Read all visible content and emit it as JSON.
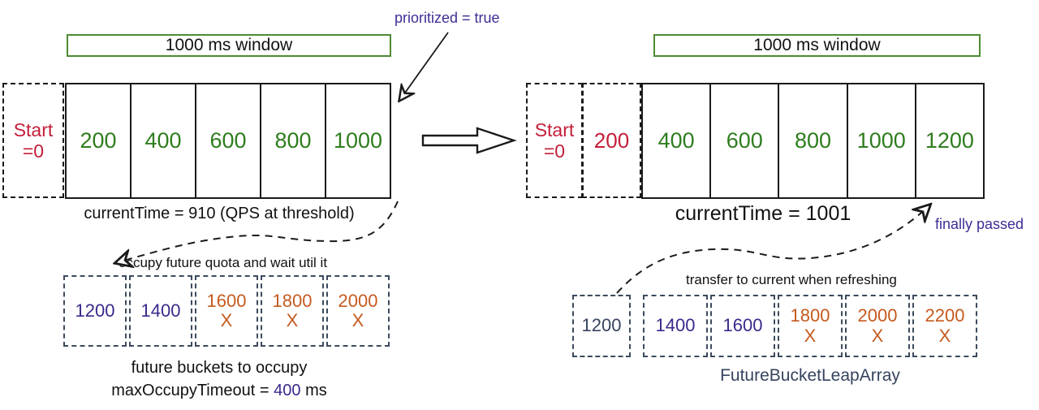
{
  "colors": {
    "green_text": "#2e7d1e",
    "green_border": "#4e8b33",
    "red": "#c41e3a",
    "purple_annotation": "#3f2d96",
    "indigo_number": "#382a8c",
    "orange_number": "#c55a1e",
    "slate_label": "#36435e",
    "line_black": "#1a1a1a"
  },
  "left": {
    "window_label": "1000 ms window",
    "start_line1": "Start",
    "start_line2": "=0",
    "buckets": [
      "200",
      "400",
      "600",
      "800",
      "1000"
    ],
    "prioritized_note": "prioritized = true",
    "caption": "currentTime = 910 (QPS at threshold)",
    "occupy_note": "occupy future quota and wait util it",
    "future_cells": [
      {
        "value": "1200",
        "mark": ""
      },
      {
        "value": "1400",
        "mark": ""
      },
      {
        "value": "1600",
        "mark": "X"
      },
      {
        "value": "1800",
        "mark": "X"
      },
      {
        "value": "2000",
        "mark": "X"
      }
    ],
    "footer_line1": "future buckets to occupy",
    "footer_line2_prefix": "maxOccupyTimeout = ",
    "footer_line2_value": "400",
    "footer_line2_suffix": " ms"
  },
  "right": {
    "window_label": "1000 ms window",
    "start_line1": "Start",
    "start_line2": "=0",
    "expired_bucket": "200",
    "buckets": [
      "400",
      "600",
      "800",
      "1000",
      "1200"
    ],
    "caption": "currentTime = 1001",
    "finally_note": "finally passed",
    "transfer_note": "transfer to current when refreshing",
    "detached_cell": "1200",
    "future_cells": [
      {
        "value": "1400",
        "mark": ""
      },
      {
        "value": "1600",
        "mark": ""
      },
      {
        "value": "1800",
        "mark": "X"
      },
      {
        "value": "2000",
        "mark": "X"
      },
      {
        "value": "2200",
        "mark": "X"
      }
    ],
    "array_label": "FutureBucketLeapArray"
  }
}
